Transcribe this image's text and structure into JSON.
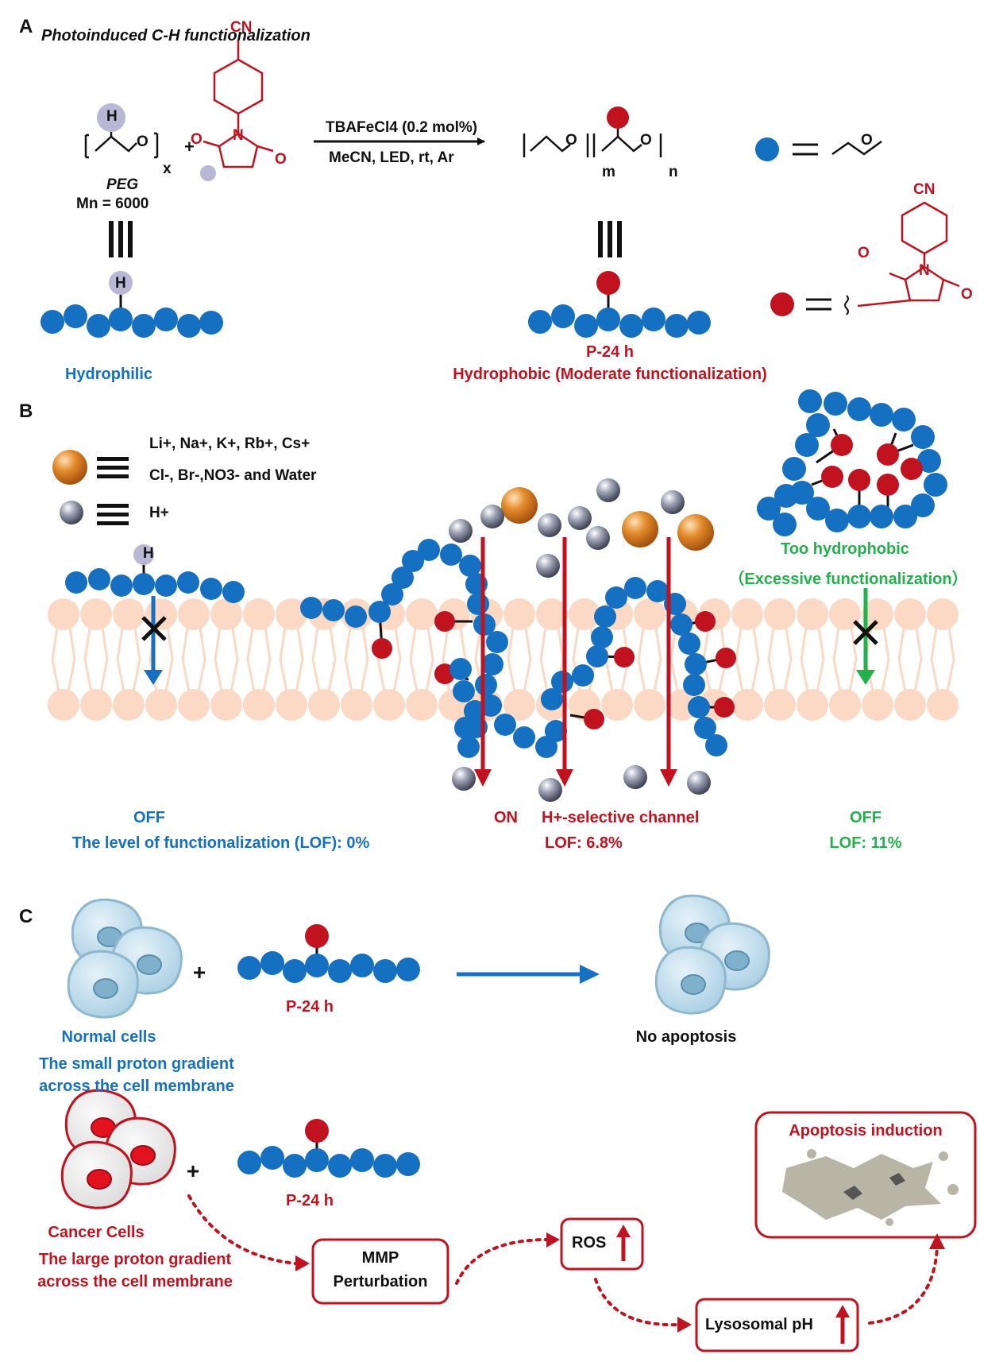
{
  "panelA": {
    "label": "A",
    "title": "Photoinduced C-H functionalization",
    "reagents_line1": "TBAFeCl4 (0.2 mol%)",
    "reagents_line2": "MeCN, LED, rt, Ar",
    "peg_name": "PEG",
    "peg_mn": "Mn = 6000",
    "hydrophilic": "Hydrophilic",
    "product_name": "P-24 h",
    "product_desc": "Hydrophobic (Moderate functionalization)",
    "atoms": {
      "H": "H",
      "O": "O",
      "N": "N",
      "CN": "CN",
      "x": "x",
      "m": "m",
      "n": "n",
      "plus": "+"
    }
  },
  "panelB": {
    "label": "B",
    "legend_ions_1": "Li+, Na+, K+, Rb+, Cs+",
    "legend_ions_2": "Cl-, Br-,NO3- and Water",
    "legend_proton": "H+",
    "too_hydrophobic": "Too hydrophobic",
    "excessive": "（Excessive functionalization）",
    "off_left": "OFF",
    "lof_left": "The level of functionalization (LOF): 0%",
    "on": "ON",
    "channel": "H+-selective channel",
    "lof_mid": "LOF: 6.8%",
    "off_right": "OFF",
    "lof_right": "LOF: 11%"
  },
  "panelC": {
    "label": "C",
    "normal_cells": "Normal cells",
    "normal_desc_1": "The small proton gradient",
    "normal_desc_2": "across the cell membrane",
    "product_1": "P-24 h",
    "no_apoptosis": "No apoptosis",
    "cancer_cells": "Cancer Cells",
    "cancer_desc_1": "The large proton gradient",
    "cancer_desc_2": "across the cell membrane",
    "product_2": "P-24 h",
    "mmp_1": "MMP",
    "mmp_2": "Perturbation",
    "ros": "ROS",
    "lysosomal": "Lysosomal pH",
    "apoptosis_induction": "Apoptosis induction",
    "plus": "+"
  },
  "colors": {
    "blue": "#1670c2",
    "red": "#c1121f",
    "green": "#22b14c",
    "lipid": "#fbd9c4",
    "ion": "#e07b1a",
    "proton": "#8a8fa0",
    "lavender": "#b9b6d6"
  }
}
